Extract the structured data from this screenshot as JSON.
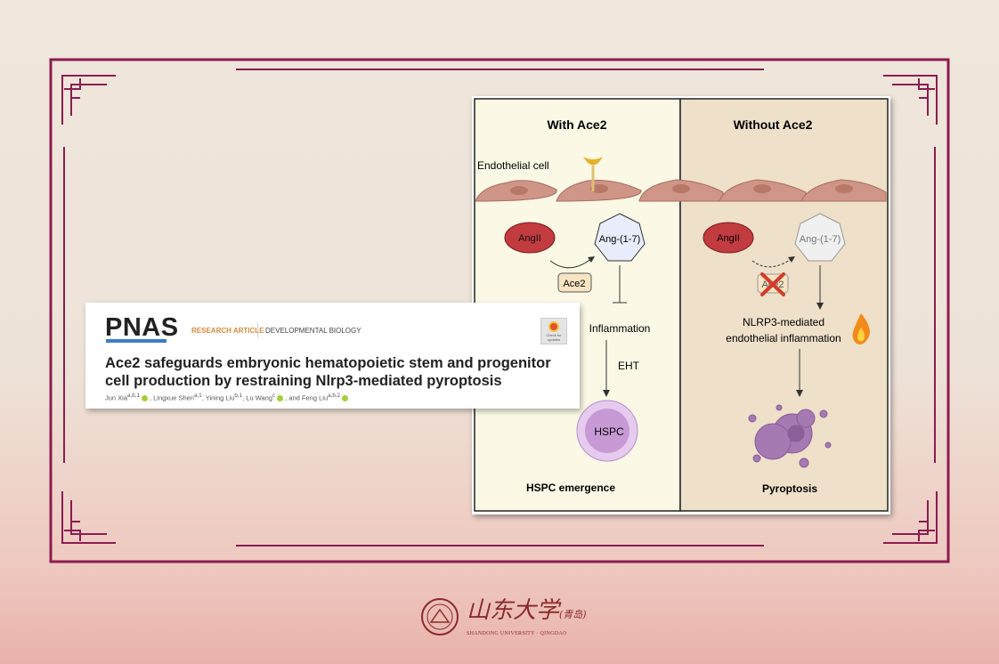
{
  "diagram": {
    "left_title": "With Ace2",
    "right_title": "Without Ace2",
    "endothelial_label": "Endothelial cell",
    "angii": "AngII",
    "ang17": "Ang-(1-7)",
    "ace2": "Ace2",
    "inflammation": "Inflammation",
    "eht": "EHT",
    "hspc": "HSPC",
    "hspc_emergence": "HSPC emergence",
    "nlrp3_line1": "NLRP3-mediated",
    "nlrp3_line2": "endothelial inflammation",
    "pyroptosis": "Pyroptosis"
  },
  "article": {
    "journal": "PNAS",
    "type": "RESEARCH ARTICLE",
    "section": "DEVELOPMENTAL BIOLOGY",
    "check_updates": "Check for updates",
    "title": "Ace2 safeguards embryonic hematopoietic stem and progenitor cell production by restraining Nlrp3-mediated pyroptosis",
    "authors": [
      "Jun Xia",
      "Lingxue Shen",
      "Yining Liu",
      "Lu Wang",
      "Feng Liu"
    ],
    "author_sups": [
      "a,b,1",
      "a,1",
      "b,1",
      "c",
      "a,b,2"
    ]
  },
  "logo": {
    "name_cn": "山东大学",
    "city_cn": "(青岛)",
    "name_en": "SHANDONG UNIVERSITY · QINGDAO"
  },
  "colors": {
    "frame": "#8c1c50",
    "left_panel": "#fbf9e6",
    "right_panel": "#eee0c9"
  }
}
